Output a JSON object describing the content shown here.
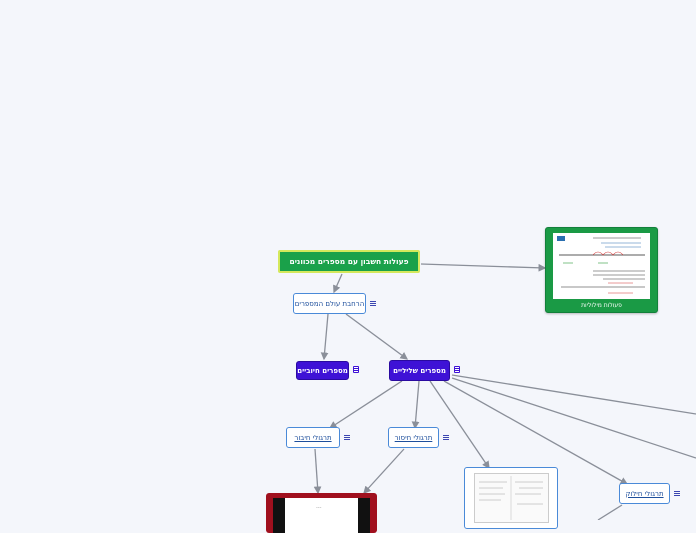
{
  "map": {
    "root": "פעולות חשבון עם מספרים מכוונים",
    "image_card_caption": "פעולות מילוליות",
    "nodes": {
      "number_world": "הרחבת עולם המספרים",
      "positive_numbers": "מספרים חיוביים",
      "negative_numbers": "מספרים שליליים",
      "ex_addition": "תרגולי חיבור",
      "ex_subtraction": "תרגולי חיסור",
      "ex_division": "תרגולי חילוק"
    },
    "video_label": "---"
  },
  "colors": {
    "background": "#f4f6fb",
    "root_fill": "#1aa14a",
    "root_border": "#d4e85c",
    "purple_node": "#3e12d6",
    "white_node_border": "#4a8ad8",
    "connector": "#8a8f99",
    "video_card": "#a0101e"
  }
}
